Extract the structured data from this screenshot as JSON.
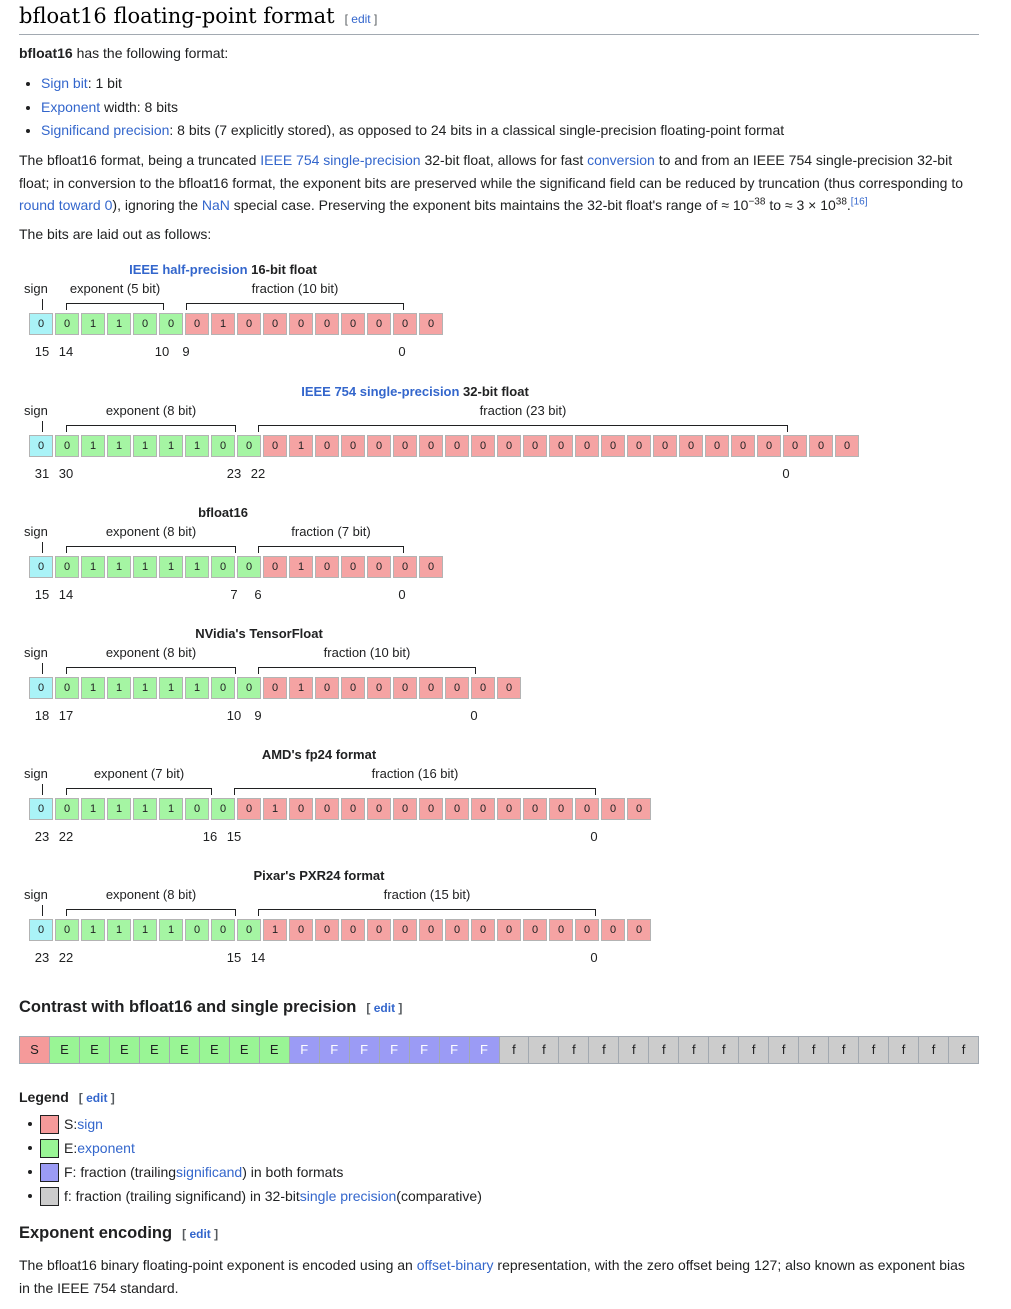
{
  "section": {
    "title": "bfloat16 floating-point format",
    "edit_label": "edit"
  },
  "intro": {
    "lead_bold": "bfloat16",
    "lead_rest": " has the following format:",
    "bullets": [
      {
        "link": "Sign bit",
        "rest": ": 1 bit"
      },
      {
        "link": "Exponent",
        "rest": " width: 8 bits"
      },
      {
        "link": "Significand precision",
        "rest": ": 8 bits (7 explicitly stored), as opposed to 24 bits in a classical single-precision floating-point format"
      }
    ],
    "para": {
      "t1": "The bfloat16 format, being a truncated ",
      "l1": "IEEE 754 single-precision",
      "t2": " 32-bit float, allows for fast ",
      "l2": "conversion",
      "t3": " to and from an IEEE 754 single-precision 32-bit float; in conversion to the bfloat16 format, the exponent bits are preserved while the significand field can be reduced by truncation (thus corresponding to ",
      "l3": "round toward 0",
      "t4": "), ignoring the ",
      "l4": "NaN",
      "t5": " special case. Preserving the exponent bits maintains the 32-bit float's range of ≈ 10",
      "sup1": "−38",
      "t6": " to ≈ 3 × 10",
      "sup2": "38",
      "t7": ".",
      "ref": "[16]"
    },
    "bits_intro": "The bits are laid out as follows:"
  },
  "diagrams": [
    {
      "caption_link": "IEEE half-precision",
      "caption_rest": " 16-bit float",
      "sign_label": "sign",
      "exp_label": "exponent (5 bit)",
      "frac_label": "fraction (10 bit)",
      "bits": [
        "0",
        "0",
        "1",
        "1",
        "0",
        "0",
        "0",
        "1",
        "0",
        "0",
        "0",
        "0",
        "0",
        "0",
        "0",
        "0"
      ],
      "kinds": "seeeeeffffffffff",
      "indices": [
        "15",
        "14",
        "10",
        "9",
        "0"
      ]
    },
    {
      "caption_link": "IEEE 754 single-precision",
      "caption_rest": " 32-bit float",
      "sign_label": "sign",
      "exp_label": "exponent (8 bit)",
      "frac_label": "fraction (23 bit)",
      "bits": [
        "0",
        "0",
        "1",
        "1",
        "1",
        "1",
        "1",
        "0",
        "0",
        "0",
        "1",
        "0",
        "0",
        "0",
        "0",
        "0",
        "0",
        "0",
        "0",
        "0",
        "0",
        "0",
        "0",
        "0",
        "0",
        "0",
        "0",
        "0",
        "0",
        "0",
        "0",
        "0"
      ],
      "kinds": "seeeeeeeefffffffffffffffffffffff",
      "indices": [
        "31",
        "30",
        "23",
        "22",
        "0"
      ]
    },
    {
      "caption_link": "",
      "caption_rest": "bfloat16",
      "sign_label": "sign",
      "exp_label": "exponent (8 bit)",
      "frac_label": "fraction (7 bit)",
      "bits": [
        "0",
        "0",
        "1",
        "1",
        "1",
        "1",
        "1",
        "0",
        "0",
        "0",
        "1",
        "0",
        "0",
        "0",
        "0",
        "0"
      ],
      "kinds": "seeeeeeeefffffff",
      "indices": [
        "15",
        "14",
        "7",
        "6",
        "0"
      ]
    },
    {
      "caption_link": "",
      "caption_rest": "NVidia's TensorFloat",
      "sign_label": "sign",
      "exp_label": "exponent (8 bit)",
      "frac_label": "fraction (10 bit)",
      "bits": [
        "0",
        "0",
        "1",
        "1",
        "1",
        "1",
        "1",
        "0",
        "0",
        "0",
        "1",
        "0",
        "0",
        "0",
        "0",
        "0",
        "0",
        "0",
        "0"
      ],
      "kinds": "seeeeeeeeffffffffff",
      "indices": [
        "18",
        "17",
        "10",
        "9",
        "0"
      ]
    },
    {
      "caption_link": "",
      "caption_rest": "AMD's fp24 format",
      "sign_label": "sign",
      "exp_label": "exponent (7 bit)",
      "frac_label": "fraction (16 bit)",
      "bits": [
        "0",
        "0",
        "1",
        "1",
        "1",
        "1",
        "0",
        "0",
        "0",
        "1",
        "0",
        "0",
        "0",
        "0",
        "0",
        "0",
        "0",
        "0",
        "0",
        "0",
        "0",
        "0",
        "0",
        "0"
      ],
      "kinds": "seeeeeeeffffffffffffffff",
      "indices": [
        "23",
        "22",
        "16",
        "15",
        "0"
      ]
    },
    {
      "caption_link": "",
      "caption_rest": "Pixar's PXR24 format",
      "sign_label": "sign",
      "exp_label": "exponent (8 bit)",
      "frac_label": "fraction (15 bit)",
      "bits": [
        "0",
        "0",
        "1",
        "1",
        "1",
        "1",
        "0",
        "0",
        "0",
        "1",
        "0",
        "0",
        "0",
        "0",
        "0",
        "0",
        "0",
        "0",
        "0",
        "0",
        "0",
        "0",
        "0",
        "0"
      ],
      "kinds": "seeeeeeeefffffffffffffff",
      "indices": [
        "23",
        "22",
        "15",
        "14",
        "0"
      ]
    }
  ],
  "contrast": {
    "heading": "Contrast with bfloat16 and single precision",
    "edit_label": "edit",
    "cells": [
      "S",
      "E",
      "E",
      "E",
      "E",
      "E",
      "E",
      "E",
      "E",
      "F",
      "F",
      "F",
      "F",
      "F",
      "F",
      "F",
      "f",
      "f",
      "f",
      "f",
      "f",
      "f",
      "f",
      "f",
      "f",
      "f",
      "f",
      "f",
      "f",
      "f",
      "f",
      "f"
    ]
  },
  "legend": {
    "heading": "Legend",
    "edit_label": "edit",
    "items": [
      {
        "color": "#f59a9a",
        "prefix": "S: ",
        "link": "sign",
        "suffix": ""
      },
      {
        "color": "#99f595",
        "prefix": "E: ",
        "link": "exponent",
        "suffix": ""
      },
      {
        "color": "#9b9bf5",
        "prefix": "F: fraction (trailing ",
        "link": "significand",
        "suffix": ") in both formats"
      },
      {
        "color": "#cccccc",
        "prefix": "f: fraction (trailing significand) in 32-bit ",
        "link": "single precision",
        "suffix": " (comparative)"
      }
    ]
  },
  "exponent_encoding": {
    "heading": "Exponent encoding",
    "edit_label": "edit",
    "t1": "The bfloat16 binary floating-point exponent is encoded using an ",
    "link": "offset-binary",
    "t2": " representation, with the zero offset being 127; also known as exponent bias in the IEEE 754 standard."
  }
}
